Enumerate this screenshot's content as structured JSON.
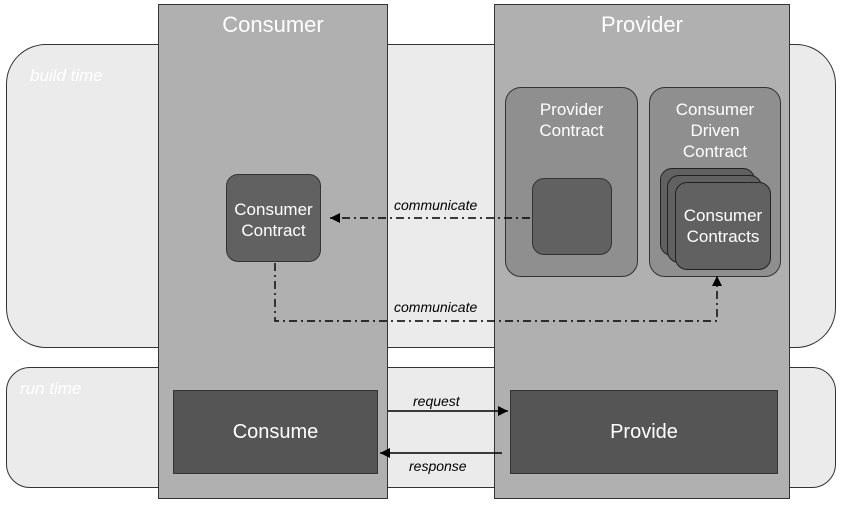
{
  "lanes": {
    "build_time": "build time",
    "run_time": "run time"
  },
  "consumer": {
    "title": "Consumer",
    "contract_line1": "Consumer",
    "contract_line2": "Contract",
    "consume": "Consume"
  },
  "provider": {
    "title": "Provider",
    "provider_contract_line1": "Provider",
    "provider_contract_line2": "Contract",
    "cdc_line1": "Consumer",
    "cdc_line2": "Driven",
    "cdc_line3": "Contract",
    "consumer_contracts_line1": "Consumer",
    "consumer_contracts_line2": "Contracts",
    "provide": "Provide"
  },
  "edges": {
    "communicate_top": "communicate",
    "communicate_bottom": "communicate",
    "request": "request",
    "response": "response"
  }
}
